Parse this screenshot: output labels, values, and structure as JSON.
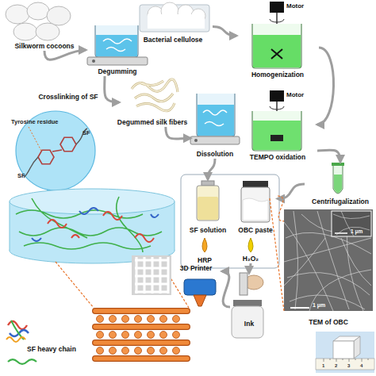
{
  "diagram": {
    "nodes": [
      {
        "text": [
          "Silkworm cocoons"
        ]
      },
      {
        "text": [
          "Bacterial cellulose"
        ]
      },
      {
        "text": [
          "Degumming"
        ]
      },
      {
        "text": [
          "Homogenization"
        ]
      },
      {
        "text": [
          "Degummed silk fibers"
        ]
      },
      {
        "text": [
          "Crosslinking of SF"
        ]
      },
      {
        "text": [
          "Dissolution"
        ]
      },
      {
        "text": [
          "TEMPO oxidation"
        ]
      },
      {
        "text": [
          "Centrifugalization"
        ]
      },
      {
        "text": [
          "SF solution"
        ]
      },
      {
        "text": [
          "OBC paste"
        ]
      },
      {
        "text": [
          "HRP"
        ]
      },
      {
        "text": [
          "H₂O₂"
        ]
      },
      {
        "text": [
          "TEM of OBC"
        ]
      },
      {
        "text": [
          "3D Printer"
        ]
      },
      {
        "text": [
          "Ink"
        ]
      }
    ],
    "edges": [
      {
        "from": 0,
        "to": 2,
        "arrow": "to"
      },
      {
        "from": 1,
        "to": 3,
        "arrow": "to"
      },
      {
        "from": 2,
        "to": 4,
        "arrow": "to"
      },
      {
        "from": 4,
        "to": 6,
        "arrow": "to"
      },
      {
        "from": 3,
        "to": 7,
        "arrow": "to"
      },
      {
        "from": 7,
        "to": 8,
        "arrow": "to"
      },
      {
        "from": 6,
        "to": 9,
        "arrow": "to"
      },
      {
        "from": 8,
        "to": 10,
        "arrow": "to"
      },
      {
        "from": 10,
        "to": 13,
        "arrow": "none"
      },
      {
        "from": 12,
        "to": 15,
        "arrow": "to"
      },
      {
        "from": 15,
        "to": 14,
        "arrow": "to"
      }
    ],
    "labels": [
      "Motor",
      "Motor",
      "Tyrosine residue",
      "SF",
      "SF",
      "1 μm",
      "1 μm",
      "SF heavy chain",
      "1",
      "2",
      "3",
      "4"
    ]
  }
}
